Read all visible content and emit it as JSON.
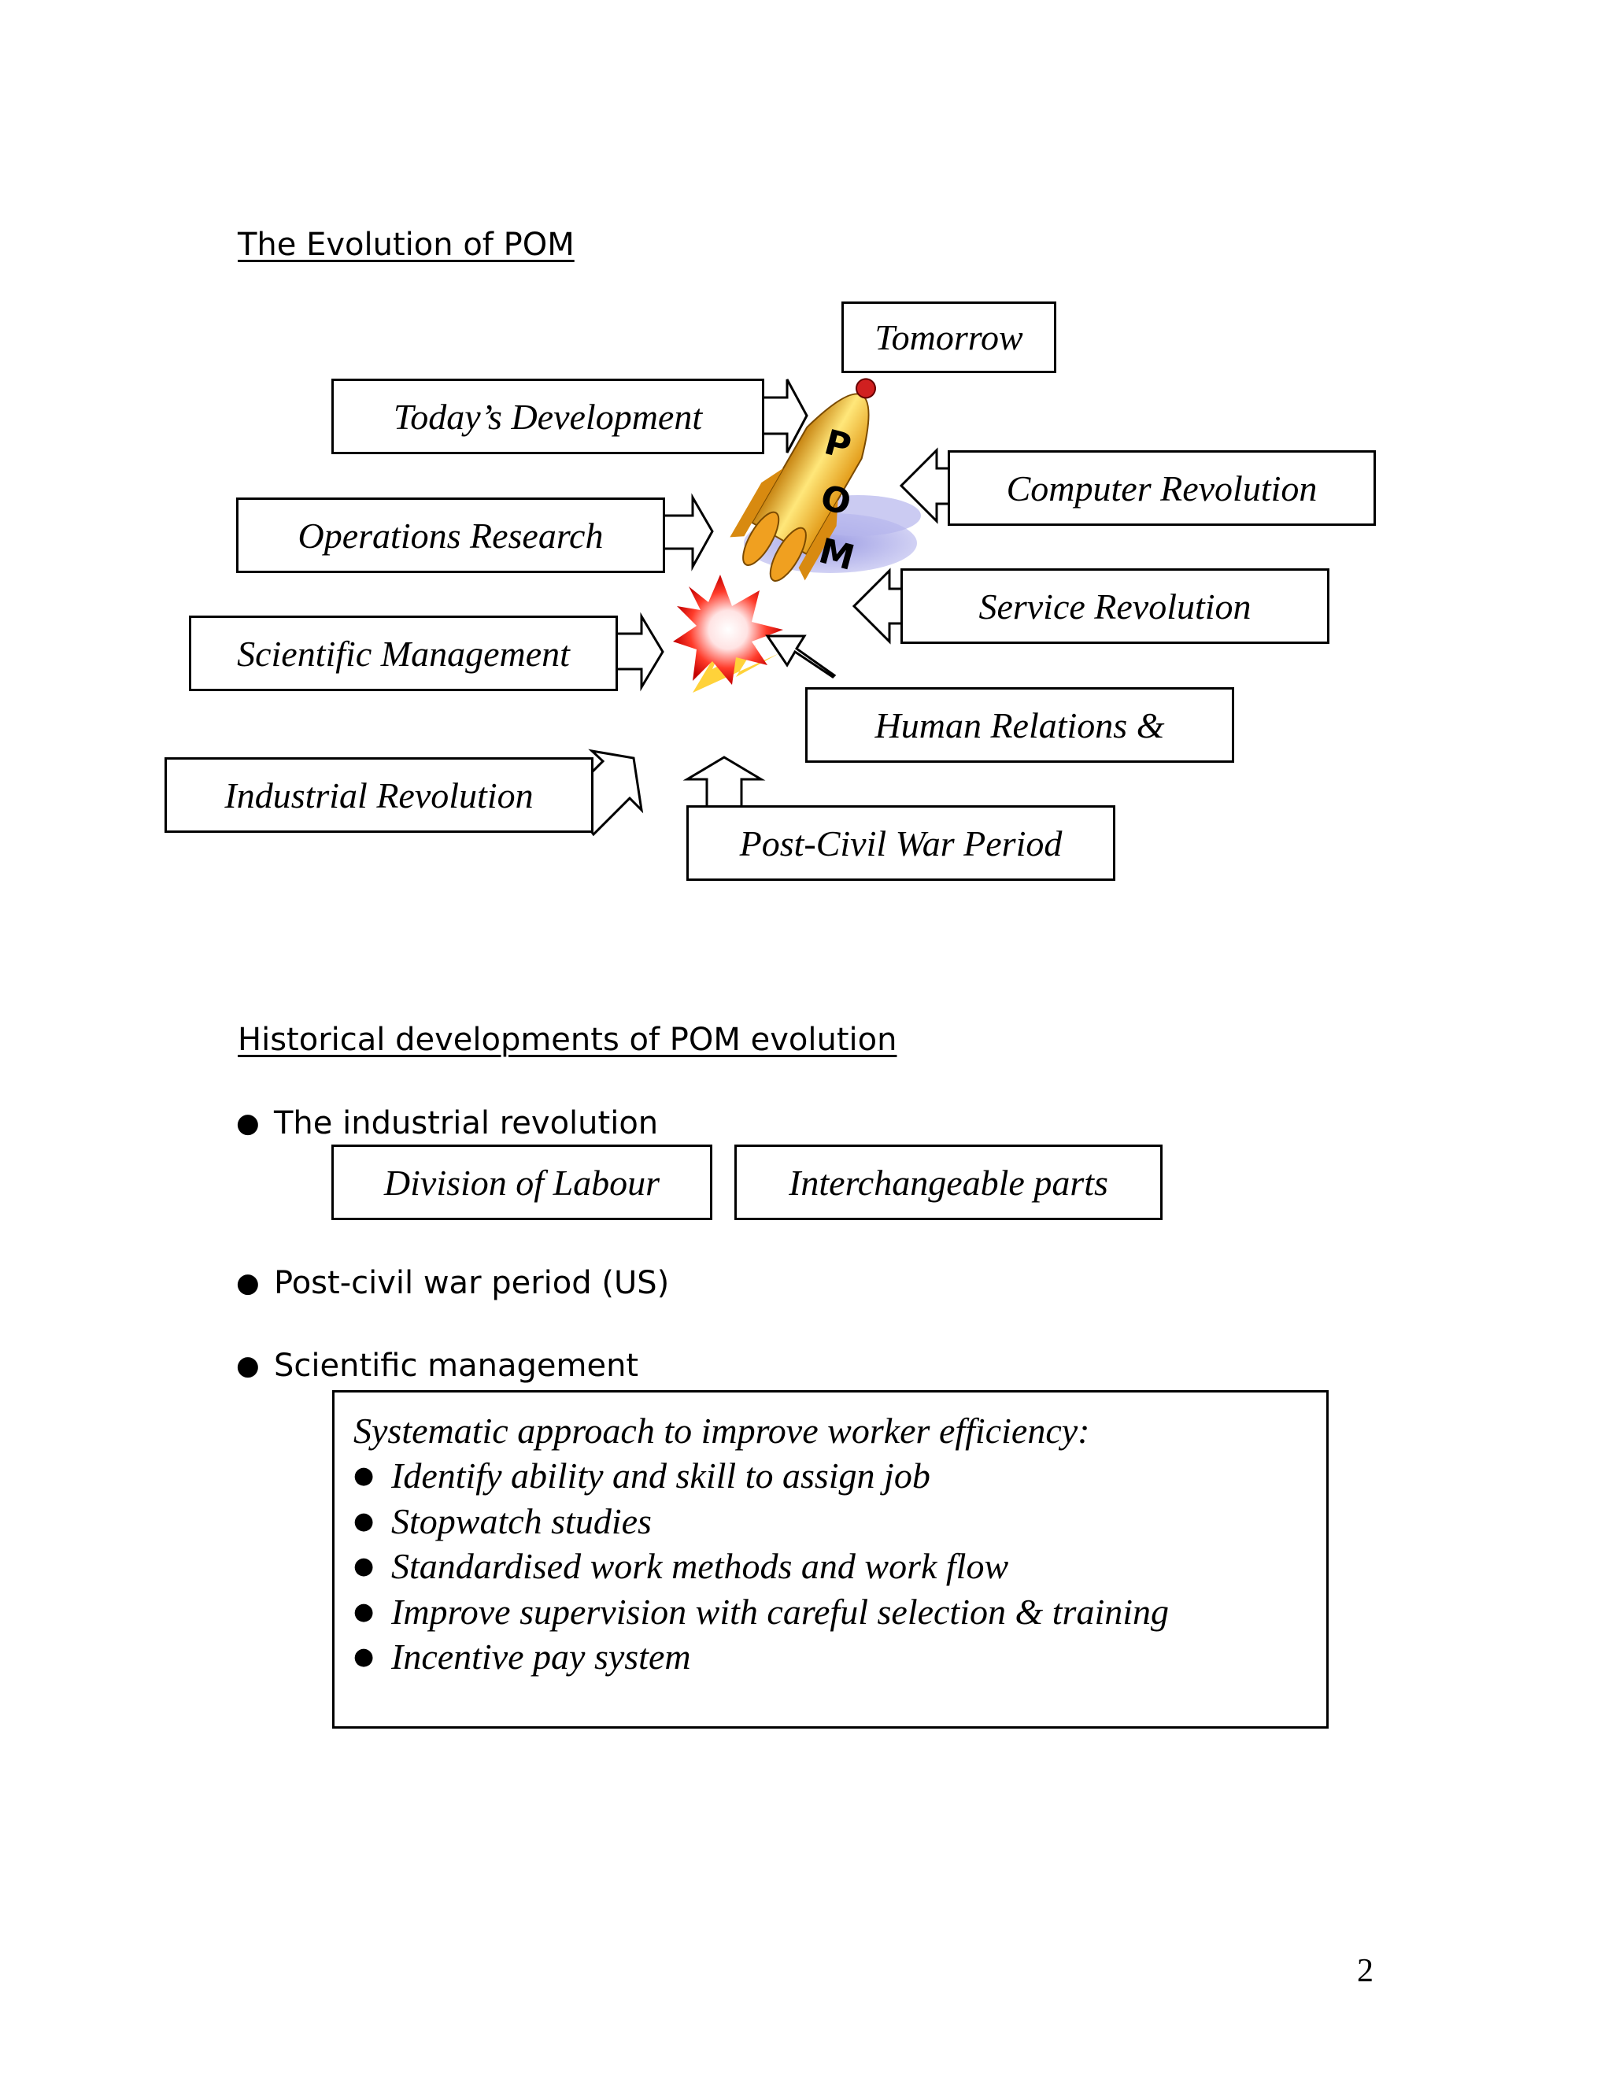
{
  "section1": {
    "title": "The Evolution of POM",
    "rocket_letters": [
      "P",
      "O",
      "M"
    ],
    "boxes": {
      "tomorrow": "Tomorrow",
      "todays_development": "Today’s Development",
      "computer_revolution": "Computer Revolution",
      "operations_research": "Operations Research",
      "service_revolution": "Service Revolution",
      "scientific_management": "Scientific Management",
      "human_relations": "Human Relations &",
      "industrial_revolution": "Industrial Revolution",
      "post_civil_war": "Post-Civil War Period"
    }
  },
  "section2": {
    "title": "Historical developments of POM evolution",
    "items": [
      {
        "label": "The industrial revolution",
        "sub_boxes": [
          "Division of Labour",
          "Interchangeable parts"
        ]
      },
      {
        "label": "Post-civil war period (US)"
      },
      {
        "label": "Scientific management"
      }
    ],
    "scientific_management_box": {
      "intro": "Systematic approach to improve worker efficiency:",
      "points": [
        "Identify ability and skill to assign job",
        "Stopwatch studies",
        "Standardised work methods and work flow",
        "Improve supervision with careful selection & training",
        "Incentive pay system"
      ]
    }
  },
  "page_number": "2"
}
